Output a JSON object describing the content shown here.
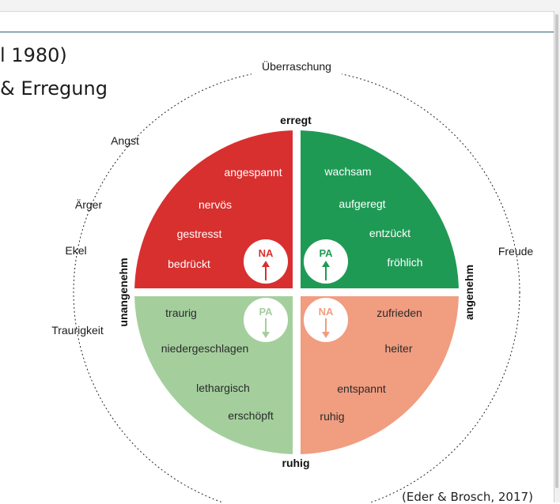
{
  "slide": {
    "title_line1": "l 1980)",
    "title_line2": "& Erregung",
    "citation": "(Eder & Brosch, 2017)"
  },
  "axes": {
    "top": "erregt",
    "bottom": "ruhig",
    "left": "unangenehm",
    "right": "angenehm"
  },
  "outer_emotions": {
    "top": "Überraschung",
    "angst": "Angst",
    "aerger": "Ärger",
    "ekel": "Ekel",
    "traurigkeit": "Traurigkeit",
    "freude": "Freude"
  },
  "quadrants": {
    "top_left": {
      "color": "#d8302f",
      "terms": [
        "angespannt",
        "nervös",
        "gestresst",
        "bedrückt"
      ],
      "badge": {
        "label": "NA",
        "direction": "up",
        "color": "#d8302f"
      }
    },
    "top_right": {
      "color": "#1f9a55",
      "terms": [
        "wachsam",
        "aufgeregt",
        "entzückt",
        "fröhlich"
      ],
      "badge": {
        "label": "PA",
        "direction": "up",
        "color": "#1f9a55"
      }
    },
    "bottom_left": {
      "color": "#a4cf9d",
      "terms": [
        "traurig",
        "niedergeschlagen",
        "lethargisch",
        "erschöpft"
      ],
      "badge": {
        "label": "PA",
        "direction": "down",
        "color": "#a4cf9d"
      }
    },
    "bottom_right": {
      "color": "#f19d80",
      "terms": [
        "zufrieden",
        "heiter",
        "entspannt",
        "ruhig"
      ],
      "badge": {
        "label": "NA",
        "direction": "down",
        "color": "#f19d80"
      }
    }
  }
}
